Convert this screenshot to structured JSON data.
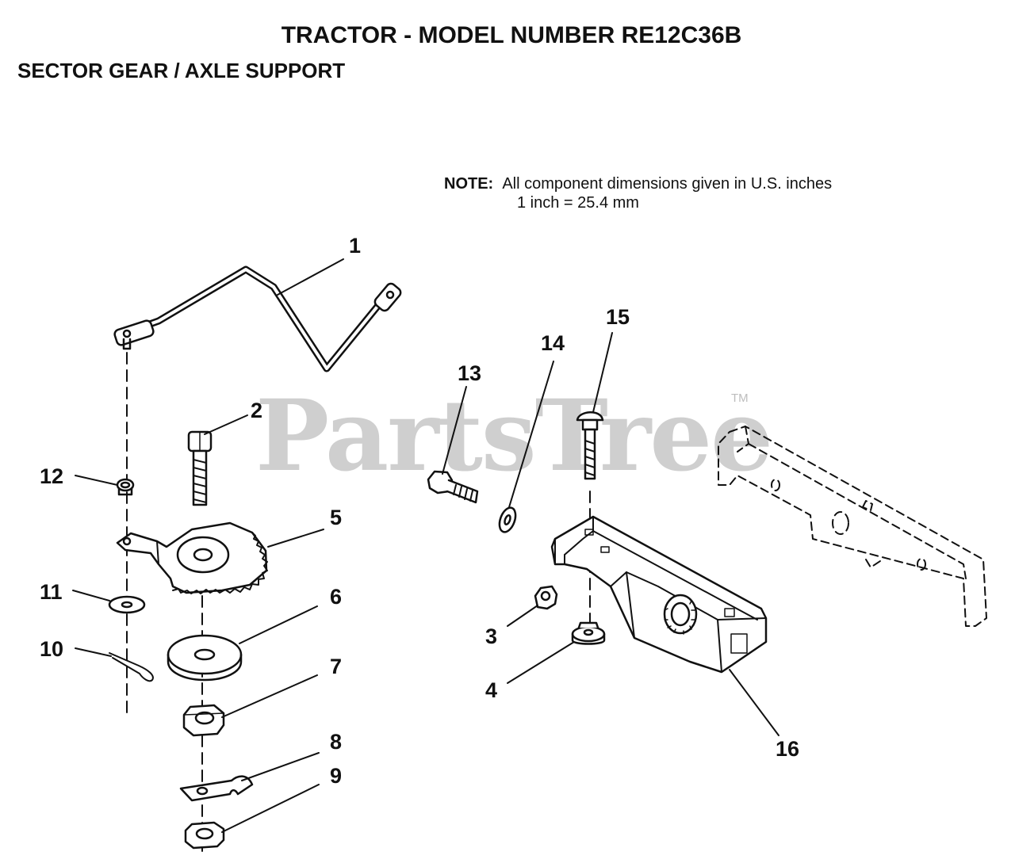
{
  "header": {
    "title": "TRACTOR  - MODEL NUMBER RE12C36B",
    "subtitle": "SECTOR GEAR / AXLE SUPPORT"
  },
  "note": {
    "label": "NOTE:",
    "line1": "All component dimensions given in U.S. inches",
    "line2": "1 inch = 25.4 mm"
  },
  "watermark": {
    "text": "PartsTree",
    "trademark": "TM"
  },
  "callouts": [
    {
      "id": "c1",
      "label": "1"
    },
    {
      "id": "c2",
      "label": "2"
    },
    {
      "id": "c3",
      "label": "3"
    },
    {
      "id": "c4",
      "label": "4"
    },
    {
      "id": "c5",
      "label": "5"
    },
    {
      "id": "c6",
      "label": "6"
    },
    {
      "id": "c7",
      "label": "7"
    },
    {
      "id": "c8",
      "label": "8"
    },
    {
      "id": "c9",
      "label": "9"
    },
    {
      "id": "c10",
      "label": "10"
    },
    {
      "id": "c11",
      "label": "11"
    },
    {
      "id": "c12",
      "label": "12"
    },
    {
      "id": "c13",
      "label": "13"
    },
    {
      "id": "c14",
      "label": "14"
    },
    {
      "id": "c15",
      "label": "15"
    },
    {
      "id": "c16",
      "label": "16"
    }
  ],
  "colors": {
    "ink": "#111111",
    "watermark": "#cfcfcf",
    "background": "#ffffff"
  }
}
